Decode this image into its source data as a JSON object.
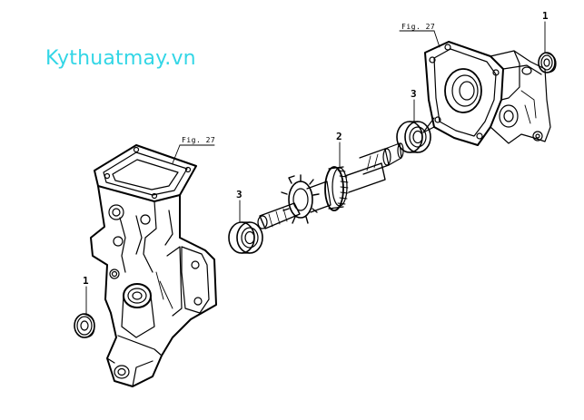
{
  "watermark": "Kythuatmay.vn",
  "callouts": {
    "top_right_seal": "1",
    "top_right_bearing": "3",
    "shaft": "2",
    "left_bearing": "3",
    "left_seal": "1"
  },
  "fig_refs": {
    "right_housing": "Fig. 27",
    "left_housing": "Fig. 27"
  },
  "colors": {
    "line": "#000000",
    "watermark": "#33d6e6",
    "background": "#ffffff"
  }
}
